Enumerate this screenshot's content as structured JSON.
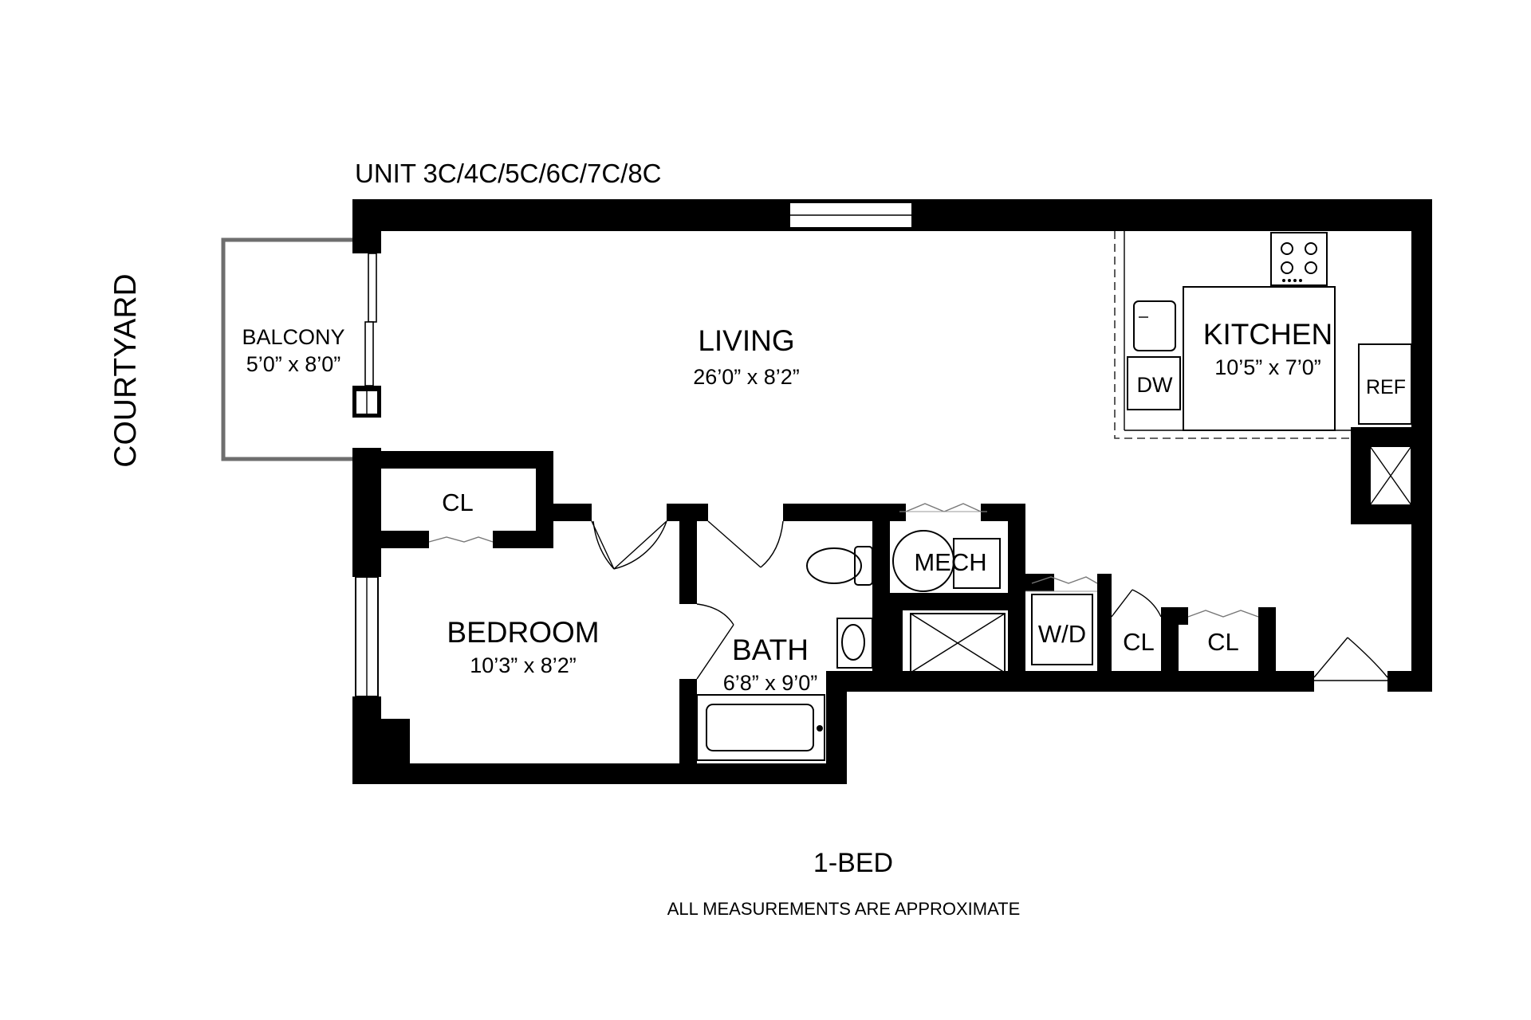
{
  "header": {
    "unit": "UNIT 3C/4C/5C/6C/7C/8C"
  },
  "side_label": "COURTYARD",
  "rooms": {
    "balcony": {
      "name": "BALCONY",
      "dims": "5’0” x 8’0”"
    },
    "living": {
      "name": "LIVING",
      "dims": "26’0” x 8’2”"
    },
    "kitchen": {
      "name": "KITCHEN",
      "dims": "10’5” x 7’0”"
    },
    "bedroom": {
      "name": "BEDROOM",
      "dims": "10’3” x 8’2”"
    },
    "bath": {
      "name": "BATH",
      "dims": "6’8” x 9’0”"
    }
  },
  "fixtures": {
    "closet_bedroom": "CL",
    "closet_hall_1": "CL",
    "closet_hall_2": "CL",
    "mech": "MECH",
    "washer_dryer": "W/D",
    "dishwasher": "DW",
    "refrigerator": "REF"
  },
  "footer": {
    "type": "1-BED",
    "note": "ALL MEASUREMENTS ARE APPROXIMATE"
  }
}
